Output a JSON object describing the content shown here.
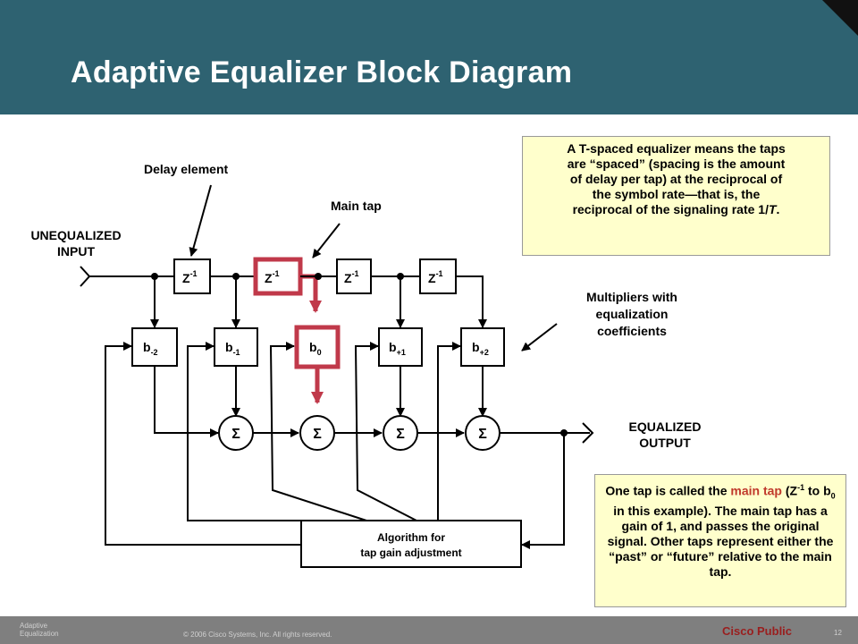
{
  "header": {
    "title": "Adaptive Equalizer Block Diagram"
  },
  "diagram": {
    "input_label": [
      "UNEQUALIZED",
      "INPUT"
    ],
    "output_label": [
      "EQUALIZED",
      "OUTPUT"
    ],
    "delay_element_label": "Delay element",
    "main_tap_label": "Main tap",
    "multipliers_label": [
      "Multipliers with",
      "equalization",
      "coefficients"
    ],
    "delays": [
      {
        "base": "Z",
        "sup": "-1"
      },
      {
        "base": "Z",
        "sup": "-1"
      },
      {
        "base": "Z",
        "sup": "-1"
      },
      {
        "base": "Z",
        "sup": "-1"
      }
    ],
    "coefficients": [
      {
        "base": "b",
        "sub": "-2"
      },
      {
        "base": "b",
        "sub": "-1"
      },
      {
        "base": "b",
        "sub": "0"
      },
      {
        "base": "b",
        "sub": "+1"
      },
      {
        "base": "b",
        "sub": "+2"
      }
    ],
    "summer_symbol": "Σ",
    "algorithm_label": [
      "Algorithm for",
      "tap gain adjustment"
    ],
    "highlight_color": "#c0394a"
  },
  "note_top": {
    "lines": [
      "A T-spaced equalizer means the taps",
      "are “spaced” (spacing is the amount",
      "of delay per tap) at the reciprocal of",
      "the symbol rate—that is, the",
      "reciprocal of the signaling rate 1/"
    ],
    "italic_end": "T",
    "end": "."
  },
  "note_bottom": {
    "p1": "One tap is called the ",
    "main_tap": "main tap",
    "p2": "(Z",
    "sup": "-1",
    "p3": " to b",
    "sub": "0",
    "p4": " in this example). The main tap has a gain of 1, and passes the original signal. Other taps represent either the “past” or “future” relative to the main tap."
  },
  "footer": {
    "left_line1": "Adaptive",
    "left_line2": "Equalization",
    "copyright": "© 2006 Cisco Systems, Inc. All rights reserved.",
    "classification": "Cisco Public",
    "page": "12"
  }
}
